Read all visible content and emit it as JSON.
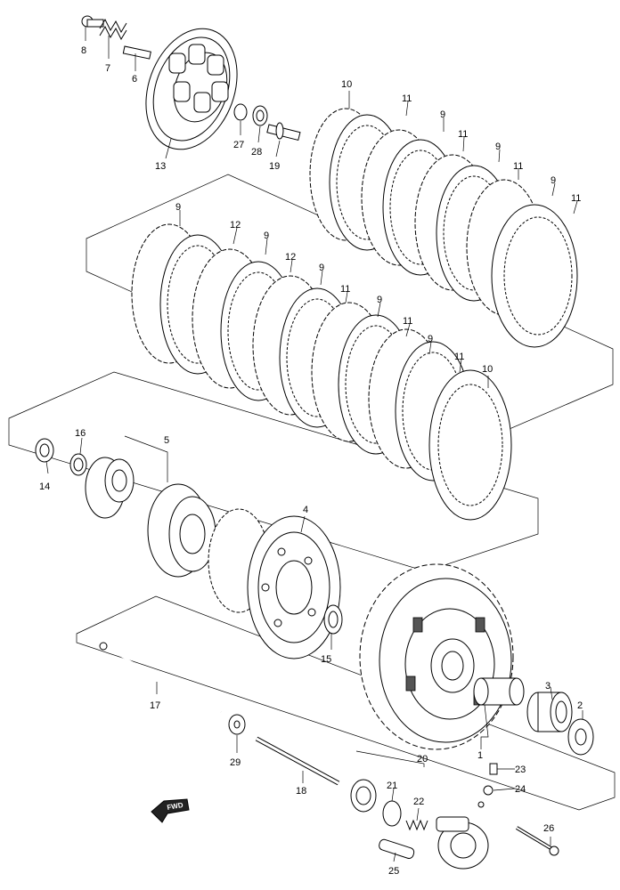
{
  "diagram": {
    "labels": {
      "l1": "1",
      "l2": "2",
      "l3": "3",
      "l4": "4",
      "l5": "5",
      "l6": "6",
      "l7": "7",
      "l8": "8",
      "l9": "9",
      "l10": "10",
      "l11": "11",
      "l12": "12",
      "l13": "13",
      "l14": "14",
      "l15": "15",
      "l16": "16",
      "l17": "17",
      "l18": "18",
      "l19": "19",
      "l20": "20",
      "l21": "21",
      "l22": "22",
      "l23": "23",
      "l24": "24",
      "l25": "25",
      "l26": "26",
      "l27": "27",
      "l28": "28",
      "l29": "29"
    },
    "fwd_badge": "FWD"
  }
}
